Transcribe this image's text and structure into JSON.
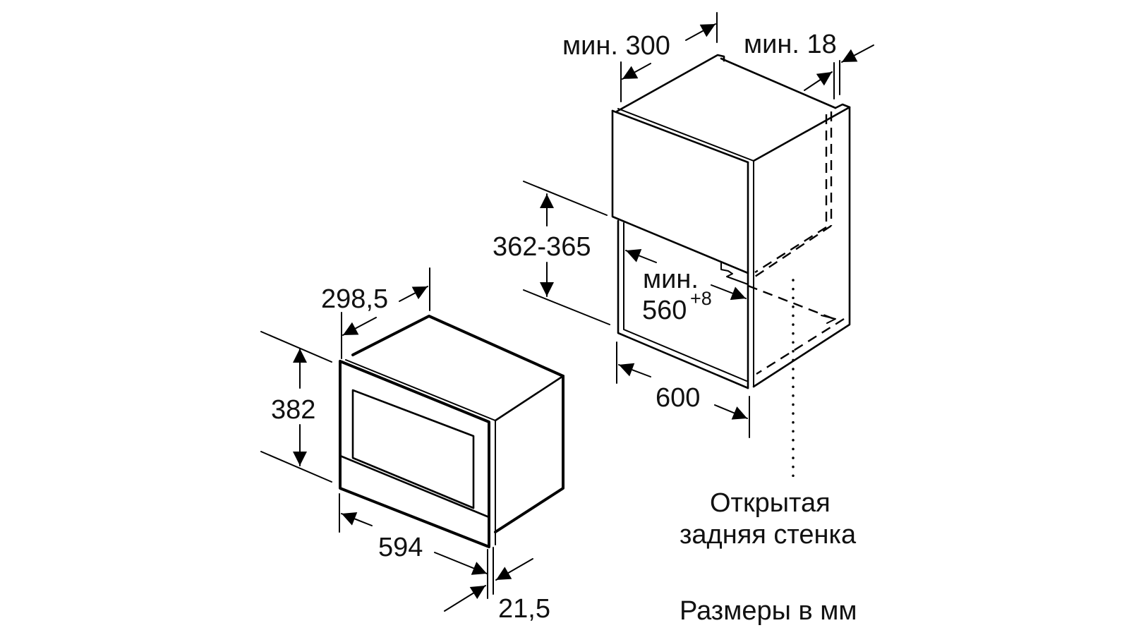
{
  "diagram": {
    "type": "installation-dimensions",
    "description": "Built-in microwave installation drawing",
    "units_note": "Размеры в мм",
    "colors": {
      "line": "#000000",
      "background": "#ffffff",
      "text": "#111111"
    }
  },
  "appliance": {
    "name": "appliance-unit",
    "dimensions": {
      "depth": "298,5",
      "height": "382",
      "width": "594",
      "front_panel_thickness": "21,5"
    }
  },
  "cabinet": {
    "name": "cabinet-niche",
    "dimensions": {
      "upper_depth": "мин. 300",
      "side_wall": "мин. 18",
      "niche_height": "362-365",
      "niche_width_prefix": "мин.",
      "niche_width_value": "560",
      "niche_width_tolerance": "+8",
      "cabinet_width": "600"
    },
    "note_line1": "Открытая",
    "note_line2": "задняя стенка"
  }
}
